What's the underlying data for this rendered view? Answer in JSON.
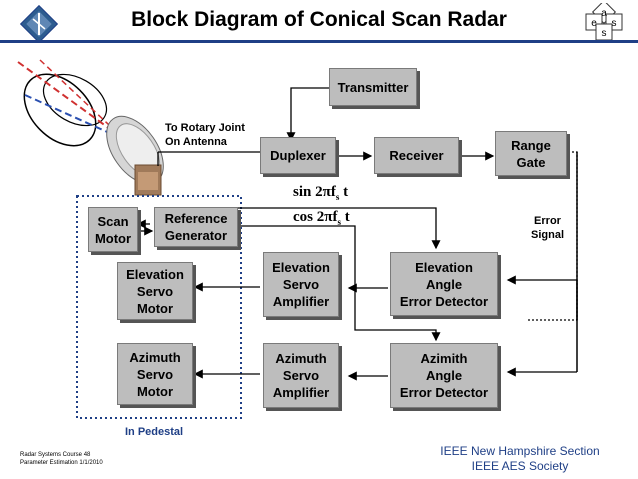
{
  "title": "Block Diagram of Conical Scan Radar",
  "blocks": {
    "transmitter": "Transmitter",
    "duplexer": "Duplexer",
    "receiver": "Receiver",
    "range_gate_1": "Range",
    "range_gate_2": "Gate",
    "scan_motor_1": "Scan",
    "scan_motor_2": "Motor",
    "ref_gen_1": "Reference",
    "ref_gen_2": "Generator",
    "elev_motor_1": "Elevation",
    "elev_motor_2": "Servo",
    "elev_motor_3": "Motor",
    "az_motor_1": "Azimuth",
    "az_motor_2": "Servo",
    "az_motor_3": "Motor",
    "elev_amp_1": "Elevation",
    "elev_amp_2": "Servo",
    "elev_amp_3": "Amplifier",
    "az_amp_1": "Azimuth",
    "az_amp_2": "Servo",
    "az_amp_3": "Amplifier",
    "elev_det_1": "Elevation",
    "elev_det_2": "Angle",
    "elev_det_3": "Error Detector",
    "az_det_1": "Azimith",
    "az_det_2": "Angle",
    "az_det_3": "Error Detector"
  },
  "labels": {
    "rotary_1": "To Rotary Joint",
    "rotary_2": "On Antenna",
    "error_1": "Error",
    "error_2": "Signal",
    "pedestal": "In Pedestal",
    "sin_pre": "sin 2",
    "pi": "π",
    "f": "f",
    "s": "s",
    "t": " t",
    "cos_pre": "cos 2"
  },
  "footer": {
    "left_1": "Radar Systems Course   48",
    "left_2": "Parameter Estimation  1/1/2010",
    "right_1": "IEEE New Hampshire Section",
    "right_2": "IEEE AES Society"
  },
  "logos": {
    "left_icon": "ieee-diamond-logo",
    "right_letters": [
      "a",
      "e",
      "s",
      "s"
    ]
  },
  "colors": {
    "block_fill": "#bdbdbd",
    "title_rule": "#1f3f86",
    "pedestal_border": "#1f3f86",
    "pedestal_text": "#1f3f86",
    "beam_red": "#d03030",
    "beam_blue": "#2a4fb0"
  }
}
